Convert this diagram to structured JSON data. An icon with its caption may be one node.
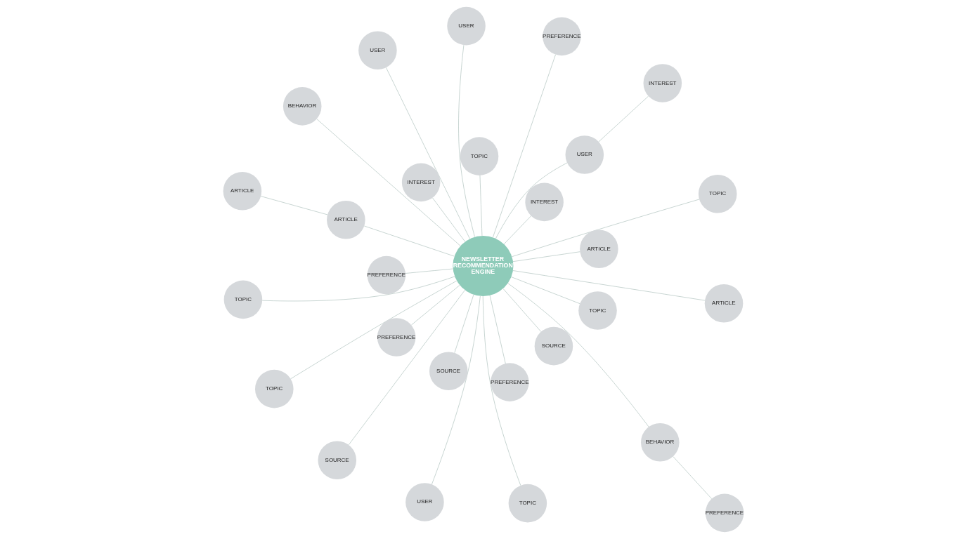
{
  "diagram": {
    "nodes": [
      {
        "text": [
          "NEWSLETTER RECOMMENDATION ENGINE"
        ]
      },
      {
        "text": [
          "TOPIC"
        ]
      },
      {
        "text": [
          "SOURCE"
        ]
      },
      {
        "text": [
          "USER"
        ]
      },
      {
        "text": [
          "ARTICLE"
        ]
      },
      {
        "text": [
          "PREFERENCE"
        ]
      },
      {
        "text": [
          "INTEREST"
        ]
      },
      {
        "text": [
          "USER"
        ]
      },
      {
        "text": [
          "ARTICLE"
        ]
      },
      {
        "text": [
          "BEHAVIOR"
        ]
      },
      {
        "text": [
          "TOPIC"
        ]
      },
      {
        "text": [
          "TOPIC"
        ]
      },
      {
        "text": [
          "PREFERENCE"
        ]
      },
      {
        "text": [
          "ARTICLE"
        ]
      },
      {
        "text": [
          "SOURCE"
        ]
      },
      {
        "text": [
          "PREFERENCE"
        ]
      },
      {
        "text": [
          "INTEREST"
        ]
      },
      {
        "text": [
          "BEHAVIOR"
        ]
      },
      {
        "text": [
          "TOPIC"
        ]
      },
      {
        "text": [
          "TOPIC"
        ]
      },
      {
        "text": [
          "USER"
        ]
      },
      {
        "text": [
          "TOPIC"
        ]
      },
      {
        "text": [
          "PREFERENCE"
        ]
      },
      {
        "text": [
          "USER"
        ]
      },
      {
        "text": [
          "ARTICLE"
        ]
      },
      {
        "text": [
          "INTEREST"
        ]
      },
      {
        "text": [
          "PREFERENCE"
        ]
      },
      {
        "text": [
          "SOURCE"
        ]
      }
    ],
    "edges": [
      {
        "from": 0,
        "to": 1,
        "arrow": "none"
      },
      {
        "from": 0,
        "to": 2,
        "arrow": "none"
      },
      {
        "from": 0,
        "to": 3,
        "arrow": "none"
      },
      {
        "from": 8,
        "to": 4,
        "arrow": "none"
      },
      {
        "from": 9,
        "to": 5,
        "arrow": "none"
      },
      {
        "from": 0,
        "to": 6,
        "arrow": "none"
      },
      {
        "from": 0,
        "to": 7,
        "arrow": "none"
      },
      {
        "from": 0,
        "to": 8,
        "arrow": "none"
      },
      {
        "from": 0,
        "to": 9,
        "arrow": "none"
      },
      {
        "from": 0,
        "to": 10,
        "arrow": "none"
      },
      {
        "from": 0,
        "to": 11,
        "arrow": "none"
      },
      {
        "from": 0,
        "to": 12,
        "arrow": "none"
      },
      {
        "from": 0,
        "to": 13,
        "arrow": "none"
      },
      {
        "from": 0,
        "to": 14,
        "arrow": "none"
      },
      {
        "from": 0,
        "to": 15,
        "arrow": "none"
      },
      {
        "from": 0,
        "to": 16,
        "arrow": "none"
      },
      {
        "from": 0,
        "to": 17,
        "arrow": "none"
      },
      {
        "from": 0,
        "to": 18,
        "arrow": "none"
      },
      {
        "from": 0,
        "to": 19,
        "arrow": "none"
      },
      {
        "from": 0,
        "to": 20,
        "arrow": "none"
      },
      {
        "from": 0,
        "to": 21,
        "arrow": "none"
      },
      {
        "from": 0,
        "to": 22,
        "arrow": "none"
      },
      {
        "from": 0,
        "to": 23,
        "arrow": "none"
      },
      {
        "from": 0,
        "to": 24,
        "arrow": "none"
      },
      {
        "from": 20,
        "to": 25,
        "arrow": "none"
      },
      {
        "from": 0,
        "to": 26,
        "arrow": "none"
      },
      {
        "from": 0,
        "to": 27,
        "arrow": "none"
      }
    ]
  }
}
